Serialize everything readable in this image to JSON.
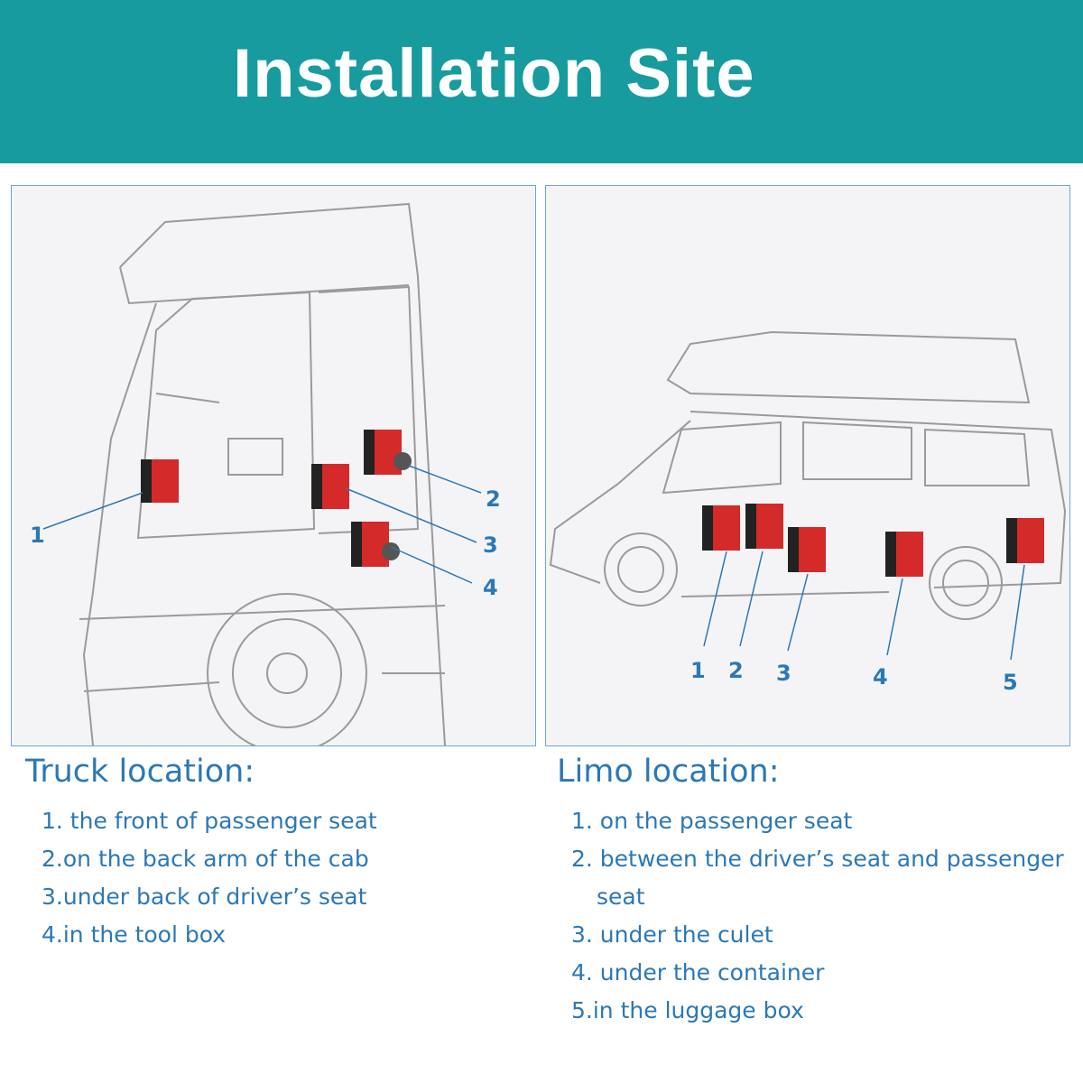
{
  "header": {
    "title": "Installation Site"
  },
  "truck": {
    "heading": "Truck location:",
    "items": [
      "1. the front of passenger seat",
      "2.on the back arm of the cab",
      "3.under back of driver’s seat",
      "4.in the tool box"
    ],
    "markers": [
      "1",
      "2",
      "3",
      "4"
    ]
  },
  "limo": {
    "heading": "Limo location:",
    "items": [
      "1. on the passenger seat",
      "2. between the driver’s seat and passenger",
      "seat",
      "3. under the culet",
      "4. under the container",
      "5.in the luggage box"
    ],
    "markers": [
      "1",
      "2",
      "3",
      "4",
      "5"
    ]
  },
  "colors": {
    "header": "#179b9e",
    "text": "#2b78b6",
    "heater": "#d42a2a"
  }
}
